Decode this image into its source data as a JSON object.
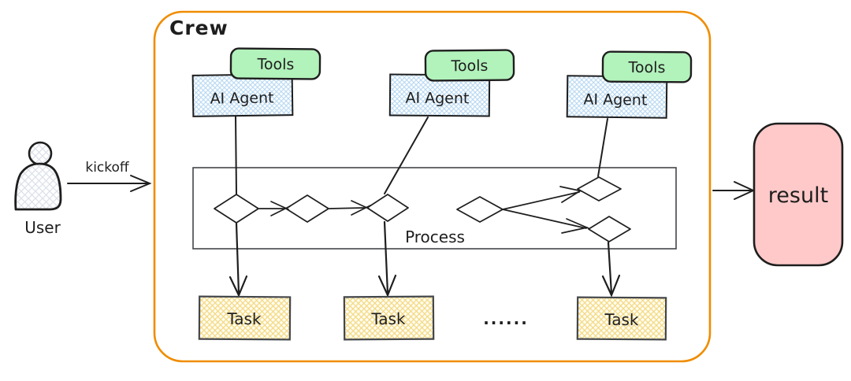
{
  "diagram": {
    "title": "Crew",
    "user": {
      "label": "User"
    },
    "kickoff": {
      "label": "kickoff"
    },
    "agents": [
      {
        "tools": "Tools",
        "name": "AI Agent"
      },
      {
        "tools": "Tools",
        "name": "AI Agent"
      },
      {
        "tools": "Tools",
        "name": "AI Agent"
      }
    ],
    "process": {
      "label": "Process"
    },
    "tasks": [
      {
        "label": "Task"
      },
      {
        "label": "Task"
      },
      {
        "label": "Task"
      }
    ],
    "ellipsis": "......",
    "result": {
      "label": "result"
    },
    "colors": {
      "crew_border": "#f08c00",
      "tools_fill": "#b2f2bb",
      "agent_hatch": "#b3d6f2",
      "task_hatch": "#f4d87f",
      "user_hatch": "#dce1ea",
      "result_fill": "#ffc9c9",
      "ink": "#1e1e1e"
    }
  }
}
